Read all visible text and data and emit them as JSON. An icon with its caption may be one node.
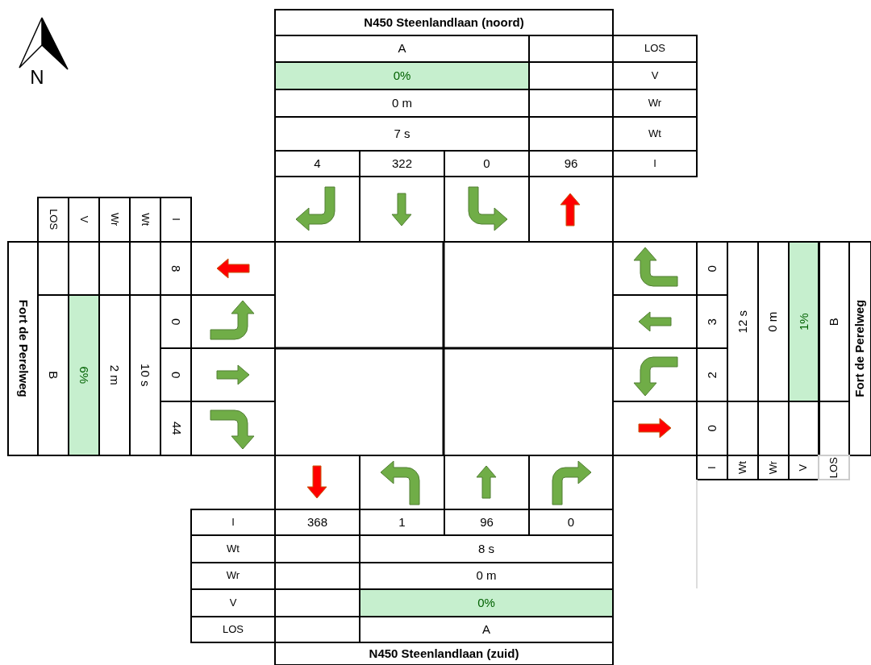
{
  "diagram": {
    "labels": [
      "N",
      "N450 Steenlandlaan (noord)",
      "A",
      "LOS",
      "0%",
      "V",
      "0 m",
      "Wr",
      "7 s",
      "Wt",
      "4",
      "322",
      "0",
      "96",
      "I",
      "LOS",
      "V",
      "Wr",
      "Wt",
      "I",
      "Fort de Perelweg",
      "8",
      "B",
      "6%",
      "2 m",
      "10 s",
      "0",
      "0",
      "44",
      "0",
      "12 s",
      "0 m",
      "1%",
      "B",
      "Fort de Perelweg",
      "3",
      "2",
      "0",
      "I",
      "Wt",
      "Wr",
      "V",
      "LOS",
      "I",
      "368",
      "1",
      "96",
      "0",
      "Wt",
      "8 s",
      "Wr",
      "0 m",
      "V",
      "0%",
      "LOS",
      "A",
      "N450 Steenlandlaan (zuid)"
    ]
  }
}
